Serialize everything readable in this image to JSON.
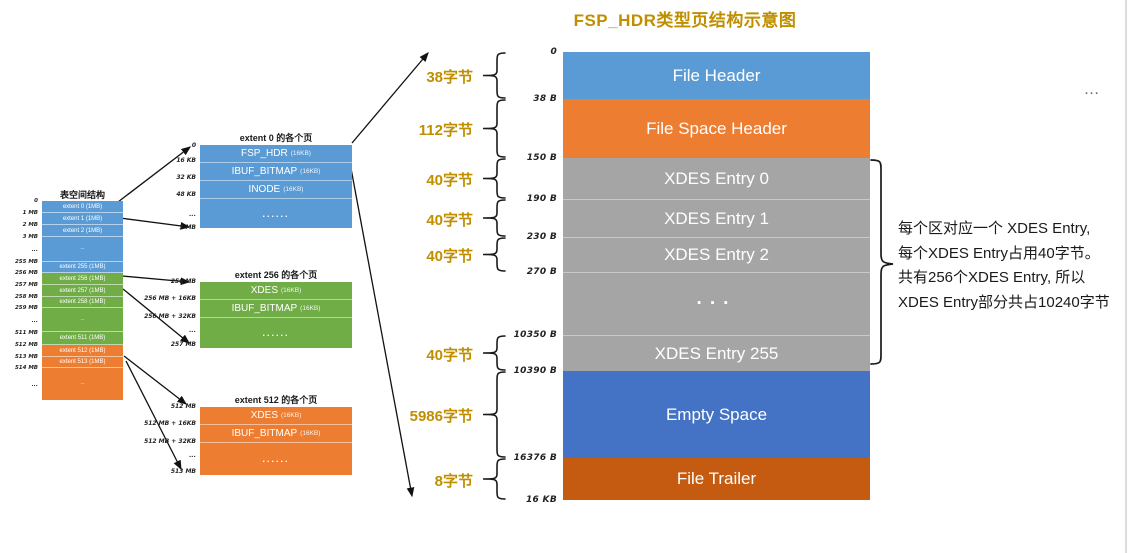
{
  "title": "FSP_HDR类型页结构示意图",
  "misc": {
    "top_right_ellipsis": "..."
  },
  "colors": {
    "blue": "#5B9BD5",
    "orange": "#ED7D31",
    "gray": "#A5A5A5",
    "dark_blue": "#4472C4",
    "dark_orange": "#C55A11",
    "green": "#70AD47",
    "gold_accent": "#BF8F00"
  },
  "tablespace": {
    "title": "表空间结构",
    "rows": [
      {
        "label": "extent 0 (1MB)"
      },
      {
        "label": "extent 1 (1MB)"
      },
      {
        "label": "extent 2 (1MB)"
      },
      {
        "label": "--"
      },
      {
        "label": "extent 255 (1MB)"
      },
      {
        "label": "extent 256 (1MB)"
      },
      {
        "label": "extent 257 (1MB)"
      },
      {
        "label": "extent 258 (1MB)"
      },
      {
        "label": "--"
      },
      {
        "label": "extent 511 (1MB)"
      },
      {
        "label": "extent 512 (1MB)"
      },
      {
        "label": "extent 513 (1MB)"
      },
      {
        "label": "--"
      }
    ],
    "offsets": [
      "0",
      "1 MB",
      "2 MB",
      "3 MB",
      "...",
      "255 MB",
      "256 MB",
      "257 MB",
      "258 MB",
      "259 MB",
      "...",
      "511 MB",
      "512 MB",
      "513 MB",
      "514 MB",
      "..."
    ]
  },
  "extent0": {
    "title": "extent 0 的各个页",
    "rows": [
      {
        "name": "FSP_HDR",
        "size": "(16KB)"
      },
      {
        "name": "IBUF_BITMAP",
        "size": "(16KB)"
      },
      {
        "name": "INODE",
        "size": "(16KB)"
      },
      {
        "name": "......",
        "size": ""
      }
    ],
    "offsets": [
      "0",
      "16 KB",
      "32 KB",
      "48 KB",
      "...",
      "1 MB"
    ]
  },
  "extent256": {
    "title": "extent 256 的各个页",
    "rows": [
      {
        "name": "XDES",
        "size": "(16KB)"
      },
      {
        "name": "IBUF_BITMAP",
        "size": "(16KB)"
      },
      {
        "name": "......",
        "size": ""
      }
    ],
    "offsets": [
      "256 MB",
      "256 MB + 16KB",
      "256 MB + 32KB",
      "...",
      "257 MB"
    ]
  },
  "extent512": {
    "title": "extent 512 的各个页",
    "rows": [
      {
        "name": "XDES",
        "size": "(16KB)"
      },
      {
        "name": "IBUF_BITMAP",
        "size": "(16KB)"
      },
      {
        "name": "......",
        "size": ""
      }
    ],
    "offsets": [
      "512 MB",
      "512 MB + 16KB",
      "512 MB + 32KB",
      "...",
      "513 MB"
    ]
  },
  "page_struct": {
    "rows": [
      {
        "label": "File Header"
      },
      {
        "label": "File Space Header"
      },
      {
        "label": "XDES Entry 0"
      },
      {
        "label": "XDES Entry 1"
      },
      {
        "label": "XDES Entry 2"
      },
      {
        "label": "···"
      },
      {
        "label": "XDES Entry 255"
      },
      {
        "label": "Empty Space"
      },
      {
        "label": "File Trailer"
      }
    ],
    "offsets": [
      "0",
      "38 B",
      "150 B",
      "190 B",
      "230 B",
      "270 B",
      "10350 B",
      "10390 B",
      "16376 B",
      "16 KB"
    ],
    "sizes": [
      "38字节",
      "112字节",
      "40字节",
      "40字节",
      "40字节",
      "40字节",
      "5986字节",
      "8字节"
    ]
  },
  "annotation": {
    "line1": "每个区对应一个 XDES Entry,",
    "line2": "每个XDES Entry占用40字节。",
    "line3": "共有256个XDES Entry, 所以",
    "line4": "XDES Entry部分共占10240字节"
  }
}
